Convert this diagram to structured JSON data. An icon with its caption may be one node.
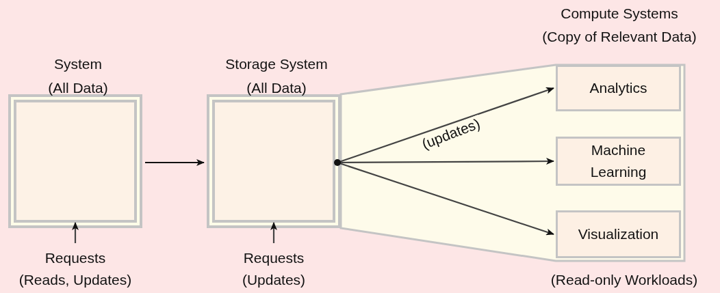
{
  "diagram": {
    "nodes": [
      {
        "text": [
          "System",
          "(All Data)"
        ]
      },
      {
        "text": [
          "Requests",
          "(Reads, Updates)"
        ]
      },
      {
        "text": [
          "Storage System",
          "(All Data)"
        ]
      },
      {
        "text": [
          "Requests",
          "(Updates)"
        ]
      },
      {
        "text": [
          "Compute Systems",
          "(Copy of Relevant Data)",
          "(Read-only Workloads)"
        ]
      },
      {
        "text": [
          "Analytics"
        ],
        "in": 4
      },
      {
        "text": [
          "Machine Learning"
        ],
        "in": 4
      },
      {
        "text": [
          "Visualization"
        ],
        "in": 4
      }
    ],
    "edges": [
      {
        "from": 1,
        "to": 0,
        "arrow": "to"
      },
      {
        "from": 0,
        "to": 2,
        "arrow": "to"
      },
      {
        "from": 3,
        "to": 2,
        "arrow": "to"
      },
      {
        "from": 2,
        "to": 5,
        "arrow": "to",
        "label": "(updates)"
      },
      {
        "from": 2,
        "to": 6,
        "arrow": "to"
      },
      {
        "from": 2,
        "to": 7,
        "arrow": "to"
      }
    ]
  }
}
